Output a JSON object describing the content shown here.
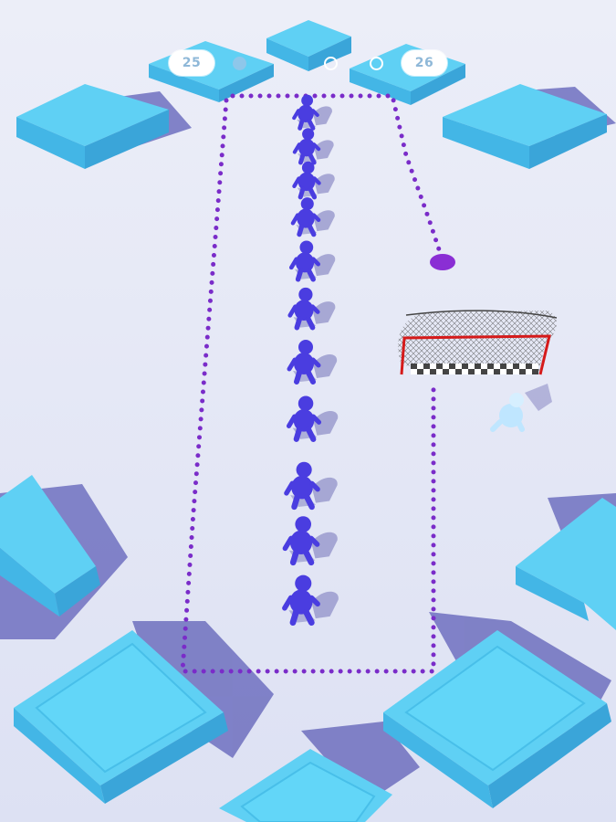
{
  "hud": {
    "current_level": "25",
    "next_level": "26",
    "progress_stages": [
      "filled",
      "empty",
      "empty"
    ]
  },
  "colors": {
    "background": "#e6e8f6",
    "block_top": "#5fd0f4",
    "block_side": "#38aee0",
    "player": "#4a3de0",
    "path_dots": "#7a2cc9",
    "goal_frame": "#d51a1a",
    "goalkeeper": "#bfe6ff"
  },
  "scene": {
    "team_size": 11,
    "goalkeeper_count": 1
  }
}
